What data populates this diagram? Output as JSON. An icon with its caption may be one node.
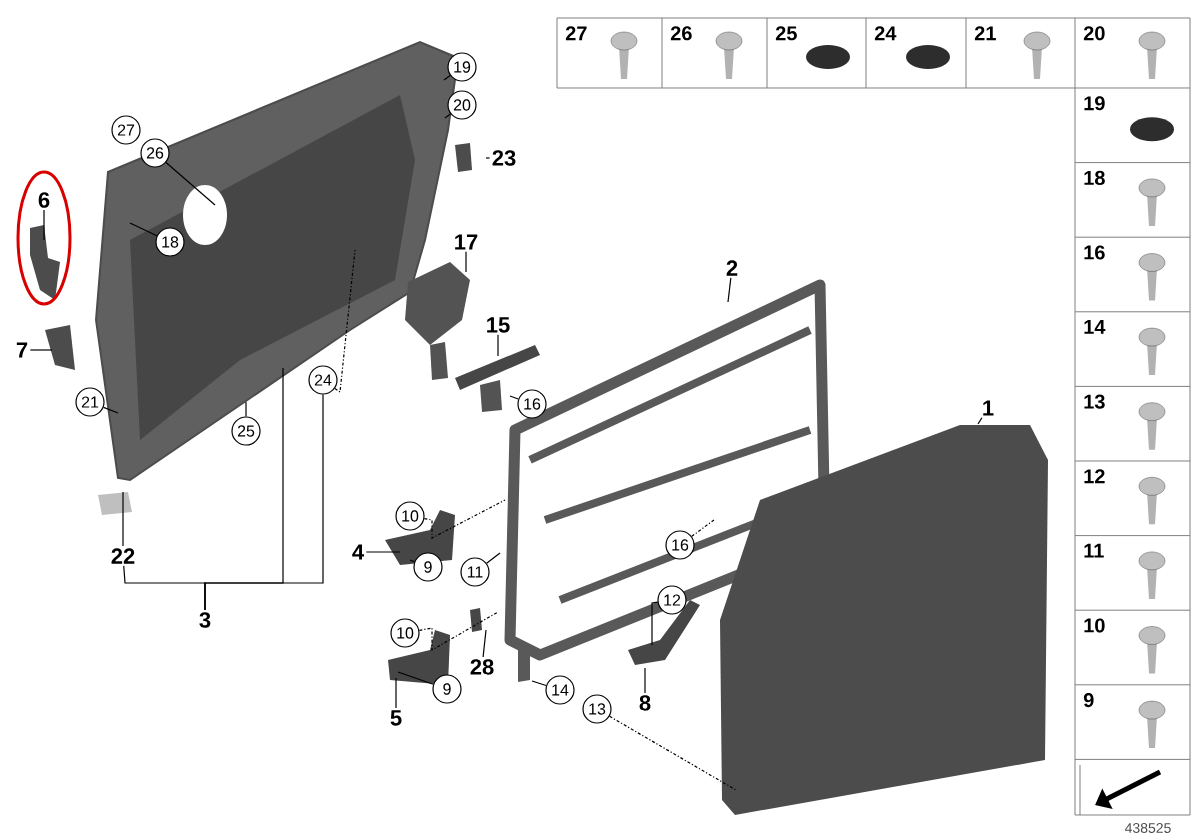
{
  "diagram": {
    "nodes": [
      {
        "text": [
          "1"
        ]
      },
      {
        "text": [
          "2"
        ]
      },
      {
        "text": [
          "3"
        ]
      },
      {
        "text": [
          "4"
        ]
      },
      {
        "text": [
          "5"
        ]
      },
      {
        "text": [
          "6"
        ]
      },
      {
        "text": [
          "7"
        ]
      },
      {
        "text": [
          "8"
        ]
      },
      {
        "text": [
          "9"
        ]
      },
      {
        "text": [
          "10"
        ]
      },
      {
        "text": [
          "9"
        ]
      },
      {
        "text": [
          "10"
        ]
      },
      {
        "text": [
          "11"
        ]
      },
      {
        "text": [
          "12"
        ]
      },
      {
        "text": [
          "13"
        ]
      },
      {
        "text": [
          "14"
        ]
      },
      {
        "text": [
          "15"
        ]
      },
      {
        "text": [
          "16"
        ]
      },
      {
        "text": [
          "16"
        ]
      },
      {
        "text": [
          "17"
        ]
      },
      {
        "text": [
          "18"
        ]
      },
      {
        "text": [
          "19"
        ]
      },
      {
        "text": [
          "20"
        ]
      },
      {
        "text": [
          "21"
        ]
      },
      {
        "text": [
          "22"
        ]
      },
      {
        "text": [
          "23"
        ]
      },
      {
        "text": [
          "24"
        ]
      },
      {
        "text": [
          "25"
        ]
      },
      {
        "text": [
          "26"
        ]
      },
      {
        "text": [
          "27"
        ]
      },
      {
        "text": [
          "28"
        ]
      }
    ],
    "edges": [
      {
        "from": 0,
        "to": null,
        "arrow": "none"
      },
      {
        "from": 1,
        "to": null,
        "arrow": "none"
      },
      {
        "from": 2,
        "to": 24,
        "arrow": "none"
      },
      {
        "from": 2,
        "to": null,
        "arrow": "none"
      },
      {
        "from": 2,
        "to": 26,
        "arrow": "none"
      },
      {
        "from": 3,
        "to": null,
        "arrow": "none"
      },
      {
        "from": 4,
        "to": null,
        "arrow": "none"
      },
      {
        "from": 5,
        "to": null,
        "arrow": "none"
      },
      {
        "from": 6,
        "to": null,
        "arrow": "none"
      },
      {
        "from": 7,
        "to": null,
        "arrow": "none"
      },
      {
        "from": 8,
        "to": null,
        "arrow": "none"
      },
      {
        "from": 9,
        "to": null,
        "arrow": "none",
        "style": "dashed"
      },
      {
        "from": 11,
        "to": null,
        "arrow": "none",
        "style": "dashed"
      },
      {
        "from": 10,
        "to": null,
        "arrow": "none"
      },
      {
        "from": 12,
        "to": null,
        "arrow": "none"
      },
      {
        "from": 13,
        "to": null,
        "arrow": "none"
      },
      {
        "from": 14,
        "to": null,
        "arrow": "none",
        "style": "dashed"
      },
      {
        "from": 15,
        "to": null,
        "arrow": "none"
      },
      {
        "from": 16,
        "to": null,
        "arrow": "none"
      },
      {
        "from": 17,
        "to": null,
        "arrow": "none"
      },
      {
        "from": 18,
        "to": null,
        "arrow": "none",
        "style": "dashed"
      },
      {
        "from": 19,
        "to": null,
        "arrow": "none"
      },
      {
        "from": 20,
        "to": null,
        "arrow": "none"
      },
      {
        "from": 21,
        "to": null,
        "arrow": "none"
      },
      {
        "from": 22,
        "to": null,
        "arrow": "none"
      },
      {
        "from": 23,
        "to": null,
        "arrow": "none"
      },
      {
        "from": 24,
        "to": null,
        "arrow": "none"
      },
      {
        "from": 25,
        "to": null,
        "arrow": "none"
      },
      {
        "from": 26,
        "to": null,
        "arrow": "none",
        "style": "dashed"
      },
      {
        "from": 27,
        "to": null,
        "arrow": "none"
      },
      {
        "from": 28,
        "to": null,
        "arrow": "none"
      },
      {
        "from": 30,
        "to": null,
        "arrow": "none"
      }
    ],
    "labels": [
      "27",
      "26",
      "25",
      "24",
      "21",
      "20",
      "19",
      "18",
      "16",
      "14",
      "13",
      "12",
      "11",
      "10",
      "9",
      "438525"
    ]
  }
}
